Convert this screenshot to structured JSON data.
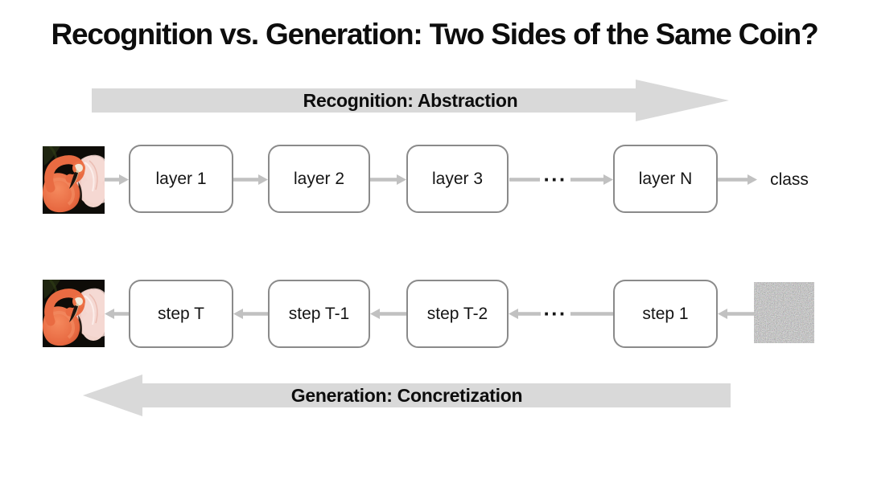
{
  "title": "Recognition vs. Generation: Two Sides of the Same Coin?",
  "colors": {
    "big_arrow_fill": "#d9d9d9",
    "connector": "#c1c1c1",
    "box_border": "#8a8a8a",
    "text": "#111111"
  },
  "top": {
    "arrow_label": "Recognition: Abstraction",
    "source_image": "flamingo-photo",
    "boxes": [
      "layer 1",
      "layer 2",
      "layer 3",
      "layer N"
    ],
    "ellipsis": "···",
    "output_label": "class"
  },
  "bottom": {
    "arrow_label": "Generation: Concretization",
    "result_image": "flamingo-photo",
    "boxes": [
      "step T",
      "step T-1",
      "step T-2",
      "step 1"
    ],
    "ellipsis": "···",
    "source_image": "noise-image"
  }
}
